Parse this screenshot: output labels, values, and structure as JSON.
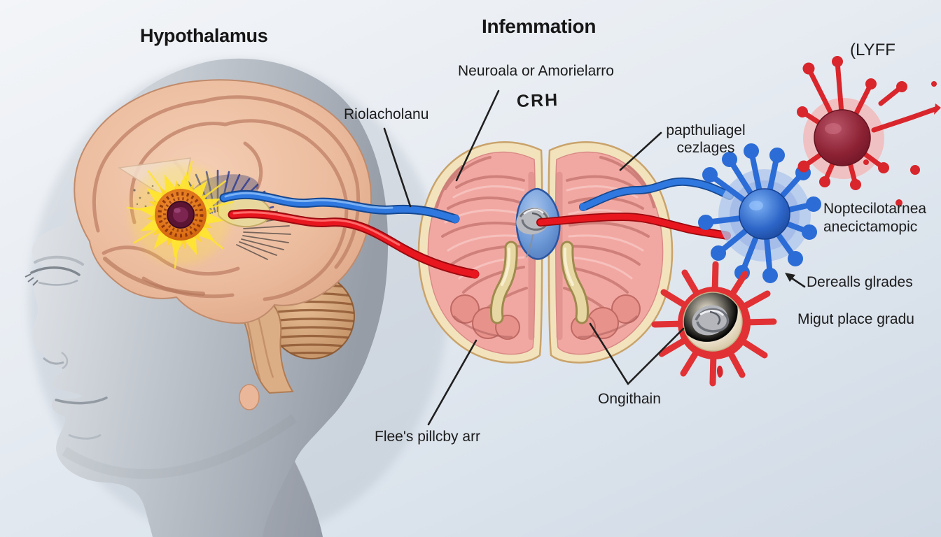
{
  "titles": {
    "left": "Hypothalamus",
    "center": "Infemmation"
  },
  "labels": {
    "neuroala": "Neuroala or Amorielarro",
    "crh": "CRH",
    "riolacholanu": "Riolacholanu",
    "papthuliagel_line1": "papthuliagel",
    "papthuliagel_line2": "cezlages",
    "lyff": "(LYFF",
    "noptecilotarnea_line1": "Noptecilotarnea",
    "noptecilotarnea_line2": "anecictamopic",
    "derealls": "Derealls glrades",
    "migut": "Migut place gradu",
    "ongithain": "Ongithain",
    "flees": "Flee's pillcby arr"
  },
  "illustration_parts": [
    "human-head-profile-gray",
    "brain-sagittal-pink",
    "hypothalamus-starburst-highlight",
    "cerebellum",
    "brainstem",
    "blue-signal-tube",
    "red-signal-tube",
    "brain-coronal-section-two-lobes",
    "thalamus-blue-blob-with-gray-knot",
    "yellow-fornix-horns",
    "blue-dendritic-immune-cell",
    "red-spiky-immune-cell",
    "macrophage-cell-red-spikes-cream-core"
  ],
  "colors": {
    "background_top": "#f3f5f8",
    "background_bottom": "#d0dae5",
    "label_text": "#1c1c1c",
    "head_gray": "#c2c8cf",
    "brain_pink": "#ecbc9e",
    "brain_fold": "#bf8066",
    "starburst_yellow": "#ffe430",
    "starburst_orange": "#e07818",
    "starburst_core_maroon": "#5c1433",
    "highlight_blue_brush": "#2f3f92",
    "tube_blue": "#2e78e0",
    "tube_red": "#e8161e",
    "section_border_cream": "#f2e3bd",
    "section_pink": "#f2a8a2",
    "section_fold": "#c97a74",
    "thalamus_blue": "#6f9bd8",
    "horn_yellow": "#e7d7a2",
    "immune_cell_blue": "#2b6cd6",
    "immune_cell_red": "#d8262c",
    "macrophage_cream": "#efe6cc",
    "leader_line": "#1f1f1f"
  }
}
